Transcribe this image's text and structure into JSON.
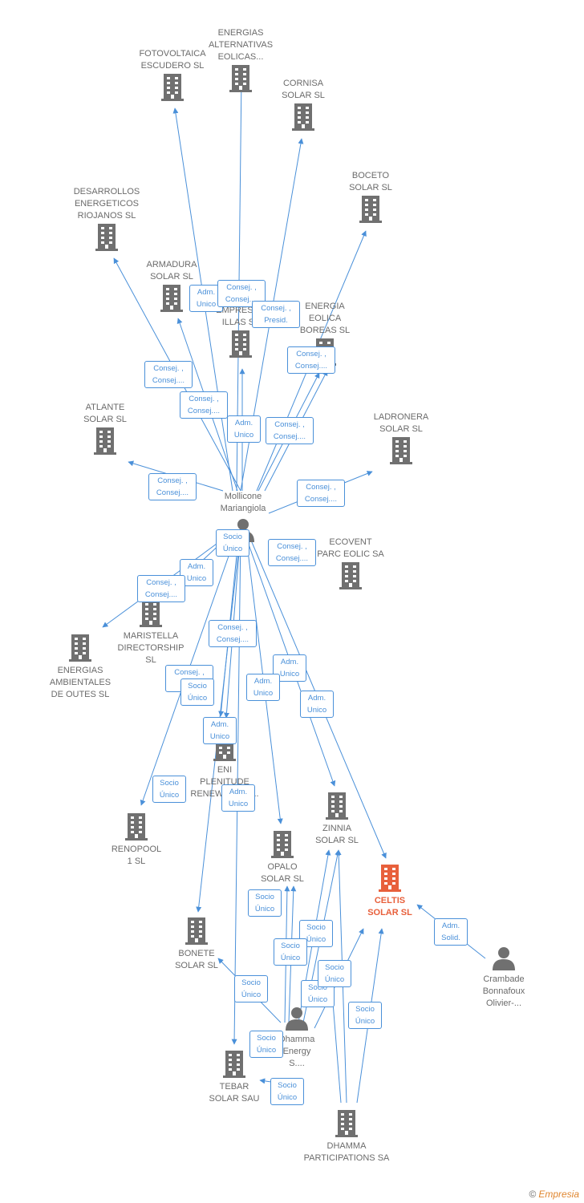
{
  "colors": {
    "edge": "#4a90d9",
    "company": "#707070",
    "person": "#707070",
    "focus": "#e8603c"
  },
  "companies": [
    {
      "id": "fotovoltaica",
      "label": "FOTOVOLTAICA\nESCUDERO SL"
    },
    {
      "id": "energias_alt",
      "label": "ENERGIAS\nALTERNATIVAS\nEOLICAS..."
    },
    {
      "id": "cornisa",
      "label": "CORNISA\nSOLAR SL"
    },
    {
      "id": "boceto",
      "label": "BOCETO\nSOLAR SL"
    },
    {
      "id": "desarrollos",
      "label": "DESARROLLOS\nENERGETICOS\nRIOJANOS SL"
    },
    {
      "id": "armadura",
      "label": "ARMADURA\nSOLAR SL"
    },
    {
      "id": "empresarillas",
      "label": "EMPRESAR\nILLAS SL"
    },
    {
      "id": "energia_eolica",
      "label": "ENERGIA\nEOLICA\nBOREAS SL"
    },
    {
      "id": "atlante",
      "label": "ATLANTE\nSOLAR SL"
    },
    {
      "id": "ladronera",
      "label": "LADRONERA\nSOLAR SL"
    },
    {
      "id": "ecovent",
      "label": "ECOVENT\nPARC EOLIC SA"
    },
    {
      "id": "maristella",
      "label": "MARISTELLA\nDIRECTORSHIP\nSL"
    },
    {
      "id": "energias_amb",
      "label": "ENERGIAS\nAMBIENTALES\nDE OUTES SL"
    },
    {
      "id": "eni",
      "label": "ENI\nPLENITUDE\nRENEWABLES..."
    },
    {
      "id": "renopool",
      "label": "RENOPOOL\n1 SL"
    },
    {
      "id": "zinnia",
      "label": "ZINNIA\nSOLAR SL"
    },
    {
      "id": "opalo",
      "label": "OPALO\nSOLAR SL"
    },
    {
      "id": "celtis",
      "label": "CELTIS\nSOLAR SL",
      "focus": true
    },
    {
      "id": "bonete",
      "label": "BONETE\nSOLAR SL"
    },
    {
      "id": "tebar",
      "label": "TEBAR\nSOLAR SAU"
    },
    {
      "id": "dhamma_part",
      "label": "DHAMMA\nPARTICIPATIONS SA"
    }
  ],
  "persons": [
    {
      "id": "mollicone",
      "label": "Mollicone\nMariangiola"
    },
    {
      "id": "dhamma_energy",
      "label": "Dhamma\nEnergy\nS...."
    },
    {
      "id": "crambade",
      "label": "Crambade\nBonnafoux\nOlivier-..."
    }
  ],
  "roles": [
    {
      "id": "r1",
      "text": "Adm.\nUnico"
    },
    {
      "id": "r2",
      "text": "Consej. ,\nConsej...."
    },
    {
      "id": "r3",
      "text": "Consej. ,\nPresid."
    },
    {
      "id": "r4",
      "text": "Consej. ,\nConsej...."
    },
    {
      "id": "r5",
      "text": "Consej. ,\nConsej...."
    },
    {
      "id": "r6",
      "text": "Consej. ,\nConsej...."
    },
    {
      "id": "r7",
      "text": "Adm.\nUnico"
    },
    {
      "id": "r8",
      "text": "Consej. ,\nConsej...."
    },
    {
      "id": "r9",
      "text": "Consej. ,\nConsej...."
    },
    {
      "id": "r10",
      "text": "Consej. ,\nConsej...."
    },
    {
      "id": "r11",
      "text": "Socio\nÚnico"
    },
    {
      "id": "r12",
      "text": "Consej. ,\nConsej...."
    },
    {
      "id": "r13",
      "text": "Adm.\nUnico"
    },
    {
      "id": "r14",
      "text": "Consej. ,\nConsej...."
    },
    {
      "id": "r15",
      "text": "Consej. ,\nConsej...."
    },
    {
      "id": "r16",
      "text": "Consej. ,\nCo..."
    },
    {
      "id": "r17",
      "text": "Socio\nÚnico"
    },
    {
      "id": "r18",
      "text": "Adm.\nUnico"
    },
    {
      "id": "r19",
      "text": "Adm.\nUnico"
    },
    {
      "id": "r20",
      "text": "Adm.\nUnico"
    },
    {
      "id": "r21",
      "text": "Adm.\nUnico"
    },
    {
      "id": "r22",
      "text": "Socio\nÚnico"
    },
    {
      "id": "r23",
      "text": "Adm.\nUnico"
    },
    {
      "id": "r24",
      "text": "Socio\nÚnico"
    },
    {
      "id": "r25",
      "text": "Socio\nÚnico"
    },
    {
      "id": "r26",
      "text": "Socio\nÚnico"
    },
    {
      "id": "r27",
      "text": "Socio\nÚnico"
    },
    {
      "id": "r28",
      "text": "Socio\nÚnico"
    },
    {
      "id": "r29",
      "text": "Socio\nÚnico"
    },
    {
      "id": "r30",
      "text": "Socio\nÚnico"
    },
    {
      "id": "r31",
      "text": "Socio\nÚnico"
    },
    {
      "id": "r32",
      "text": "Socio\nÚnico"
    },
    {
      "id": "r33",
      "text": "Adm.\nSolid."
    }
  ],
  "footer": {
    "copyright": "©",
    "brand": "Empresia"
  }
}
